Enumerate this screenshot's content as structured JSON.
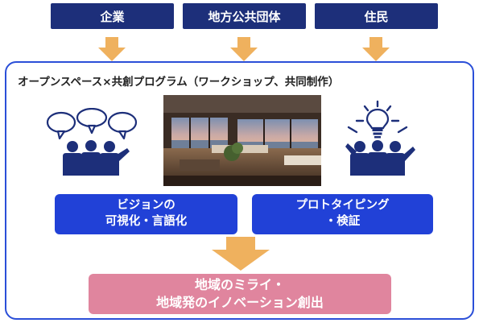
{
  "stakeholders": [
    {
      "label": "企業"
    },
    {
      "label": "地方公共団体"
    },
    {
      "label": "住民"
    }
  ],
  "program": {
    "title": "オープンスペース×共創プログラム（ワークショップ、共同制作）"
  },
  "outputs": {
    "left": {
      "line1": "ビジョンの",
      "line2": "可視化・言語化"
    },
    "right": {
      "line1": "プロトタイピング",
      "line2": "・検証"
    }
  },
  "result": {
    "line1": "地域のミライ・",
    "line2": "地域発のイノベーション創出"
  },
  "colors": {
    "navy": "#1d2f7a",
    "blue": "#2141d7",
    "frame": "#2b4fd8",
    "arrow": "#efb15e",
    "pink": "#e0859e"
  },
  "icons": {
    "left_group": "people-with-speech-bubbles-icon",
    "right_group": "people-with-lightbulb-icon"
  }
}
